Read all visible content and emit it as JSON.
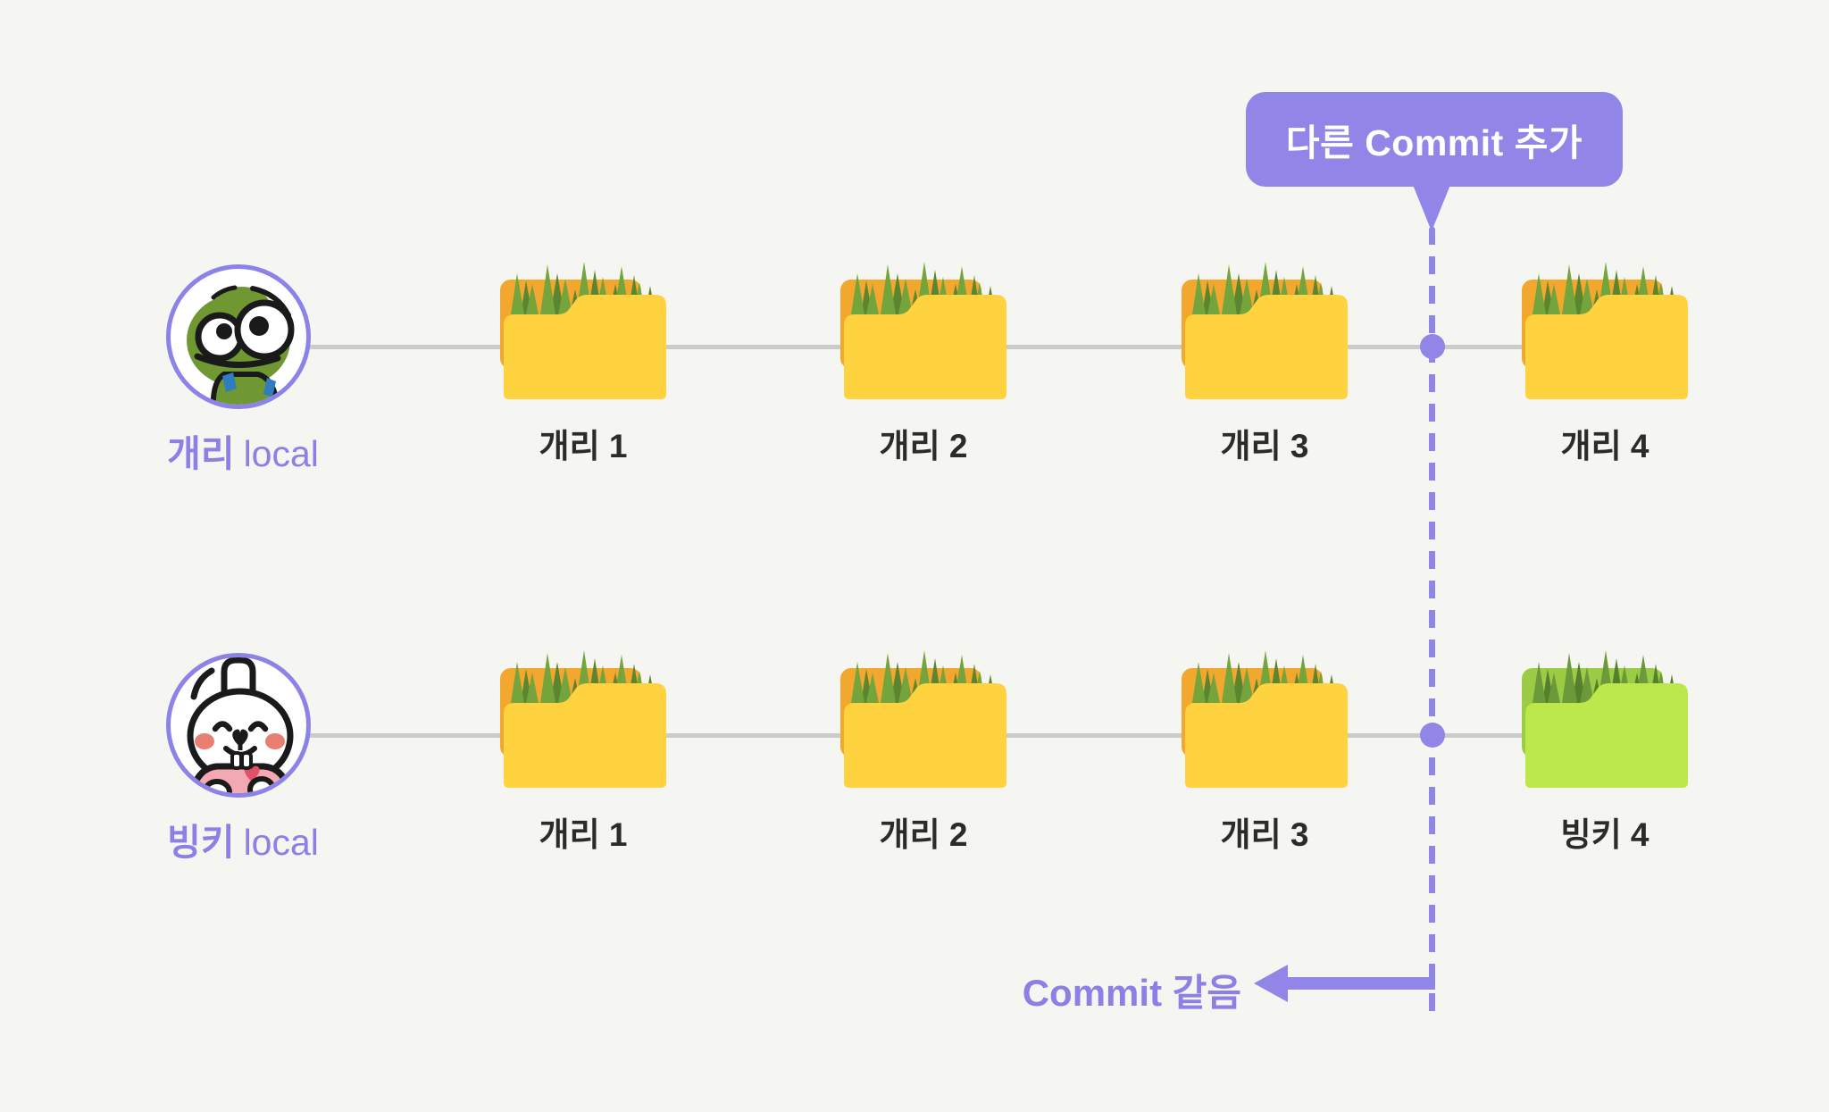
{
  "diagram_title": "git local commit comparison",
  "callout": {
    "label": "다른 Commit 추가"
  },
  "annotation": {
    "label": "Commit 같음"
  },
  "rows": [
    {
      "id": "gary",
      "avatar_icon": "frog-avatar",
      "label_bold": "개리",
      "label_rest": "local",
      "folders": [
        {
          "label": "개리 1",
          "variant": "yellow"
        },
        {
          "label": "개리 2",
          "variant": "yellow"
        },
        {
          "label": "개리 3",
          "variant": "yellow"
        },
        {
          "label": "개리 4",
          "variant": "yellow"
        }
      ]
    },
    {
      "id": "binky",
      "avatar_icon": "rabbit-avatar",
      "label_bold": "빙키",
      "label_rest": "local",
      "folders": [
        {
          "label": "개리 1",
          "variant": "yellow"
        },
        {
          "label": "개리 2",
          "variant": "yellow"
        },
        {
          "label": "개리 3",
          "variant": "yellow"
        },
        {
          "label": "빙키 4",
          "variant": "green"
        }
      ]
    }
  ],
  "colors": {
    "background": "#F5F5F2",
    "accent_purple": "#9186E8",
    "text_purple": "#8C7FE6",
    "line_gray": "#CBCBCB",
    "label_dark": "#2B2B2B",
    "folder_yellow_front": "#FFD23F",
    "folder_yellow_back": "#F2A72E",
    "folder_green_front": "#BCE84C",
    "folder_green_back": "#9CCB45",
    "grass_green": "#74A53C",
    "avatar_ring": "#8D82E8"
  }
}
